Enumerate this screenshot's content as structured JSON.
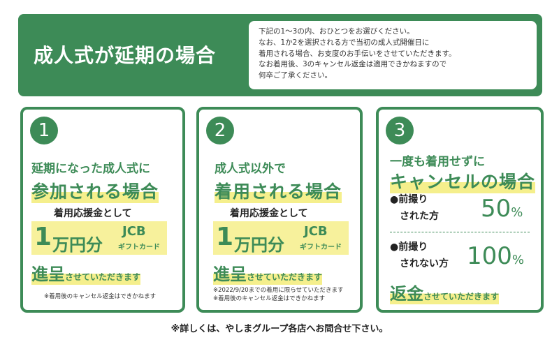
{
  "banner": {
    "title": "成人式が延期の場合",
    "note_lines": [
      "下記の1～3の内、おひとつをお選びください。",
      "なお、1か2を選択される方で当初の成人式開催日に",
      "着用される場合、お支度のお手伝いをさせていただきます。",
      "なお着用後、3のキャンセル返金は適用できかねますので",
      "何卒ご了承ください。"
    ]
  },
  "options": [
    {
      "number": "1",
      "line1": "延期になった成人式に",
      "line2": "参加される場合",
      "line3": "着用応援金として",
      "amount_num": "1",
      "amount_unit": "万円分",
      "brand": "JCB",
      "gift": "ギフトカード",
      "present_big": "進呈",
      "present_rest": "させていただきます",
      "notes": [
        "※着用後のキャンセル返金はできかねます"
      ]
    },
    {
      "number": "2",
      "line1": "成人式以外で",
      "line2": "着用される場合",
      "line3": "着用応援金として",
      "amount_num": "1",
      "amount_unit": "万円分",
      "brand": "JCB",
      "gift": "ギフトカード",
      "present_big": "進呈",
      "present_rest": "させていただきます",
      "notes": [
        "※2022/9/20までの着用に限らせていただきます",
        "※着用後のキャンセル返金はできかねます"
      ]
    },
    {
      "number": "3",
      "line1": "一度も着用せずに",
      "line2": "キャンセルの場合",
      "case_a_1": "●前撮り",
      "case_a_2": "された方",
      "case_a_pct": "50",
      "case_b_1": "●前撮り",
      "case_b_2": "されない方",
      "case_b_pct": "100",
      "pct_sign": "%",
      "refund_big": "返金",
      "refund_rest": "させていただきます"
    }
  ],
  "footer": "※詳しくは、やしまグループ各店へお問合せ下さい。",
  "colors": {
    "green": "#3d8b57",
    "highlight": "#f5ef8c"
  }
}
